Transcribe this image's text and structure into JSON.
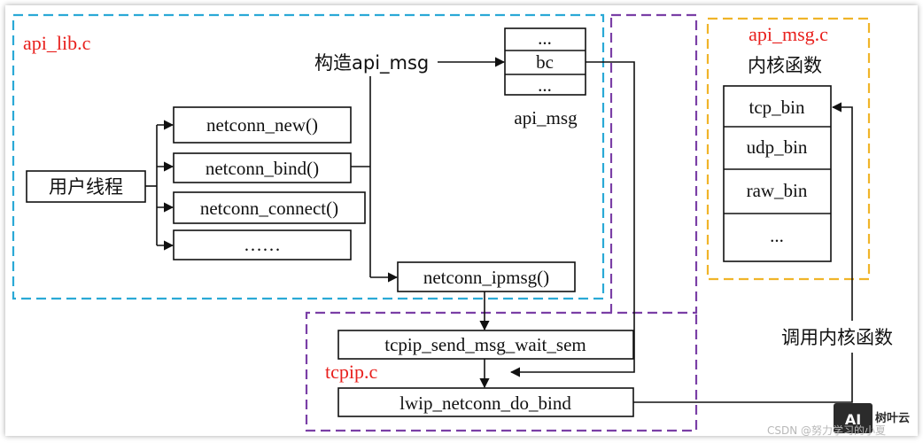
{
  "colors": {
    "api_lib_border": "#2aa9d6",
    "tcpip_border": "#7a3fa6",
    "api_msg_border": "#f0b429",
    "label_red": "#e8201d",
    "line": "#111111"
  },
  "api_lib": {
    "title": "api_lib.c",
    "user_thread": "用户线程",
    "functions": [
      "netconn_new()",
      "netconn_bind()",
      "netconn_connect()",
      "……"
    ],
    "construct_label": "构造api_msg",
    "ipmsg": "netconn_ipmsg()"
  },
  "api_msg_struct": {
    "rows": [
      "...",
      "bc",
      "..."
    ],
    "caption": "api_msg"
  },
  "api_msg_c": {
    "title": "api_msg.c",
    "subtitle": "内核函数",
    "rows": [
      "tcp_bin",
      "udp_bin",
      "raw_bin",
      "..."
    ]
  },
  "tcpip": {
    "title": "tcpip.c",
    "send_wait": "tcpip_send_msg_wait_sem",
    "do_bind": "lwip_netconn_do_bind"
  },
  "call_label": "调用内核函数",
  "watermark": {
    "logo_text": "AI",
    "brand": "树叶云",
    "credit": "CSDN @努力学习的小夏"
  }
}
